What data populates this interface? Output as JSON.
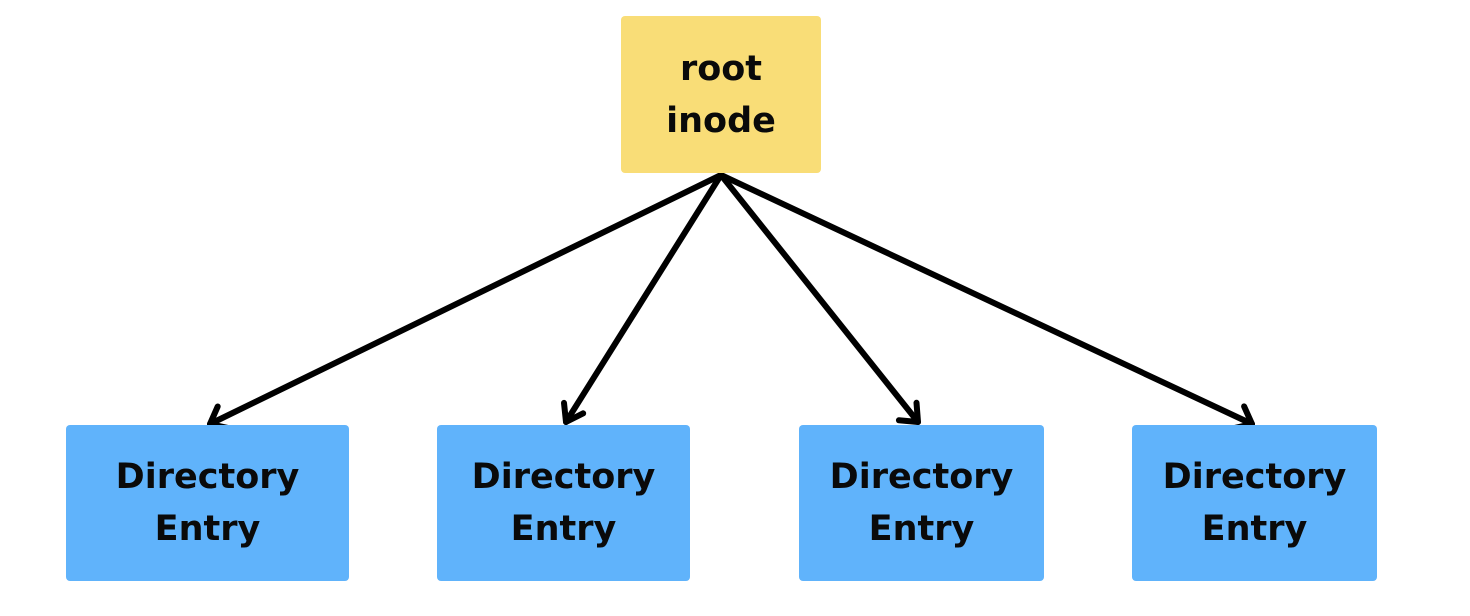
{
  "root": {
    "line1": "root",
    "line2": "inode",
    "color": "#f9dd77"
  },
  "entries": [
    {
      "line1": "Directory",
      "line2": "Entry"
    },
    {
      "line1": "Directory",
      "line2": "Entry"
    },
    {
      "line1": "Directory",
      "line2": "Entry"
    },
    {
      "line1": "Directory",
      "line2": "Entry"
    }
  ],
  "entry_color": "#60b3fb",
  "edges": [
    {
      "from": "root",
      "to": "entry-1"
    },
    {
      "from": "root",
      "to": "entry-2"
    },
    {
      "from": "root",
      "to": "entry-3"
    },
    {
      "from": "root",
      "to": "entry-4"
    }
  ]
}
